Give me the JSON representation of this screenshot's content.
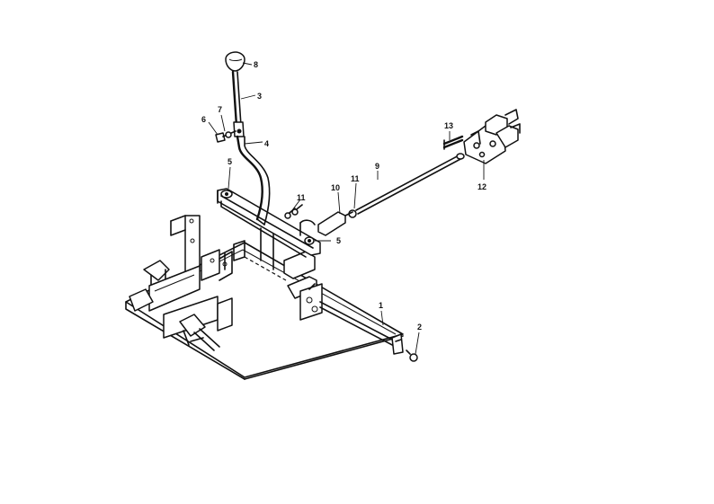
{
  "callouts": {
    "c1": "1",
    "c2": "2",
    "c3": "3",
    "c4": "4",
    "c5a": "5",
    "c5b": "5",
    "c6": "6",
    "c7": "7",
    "c8": "8",
    "c9": "9",
    "c10": "10",
    "c11a": "11",
    "c11b": "11",
    "c12": "12",
    "c13": "13"
  }
}
